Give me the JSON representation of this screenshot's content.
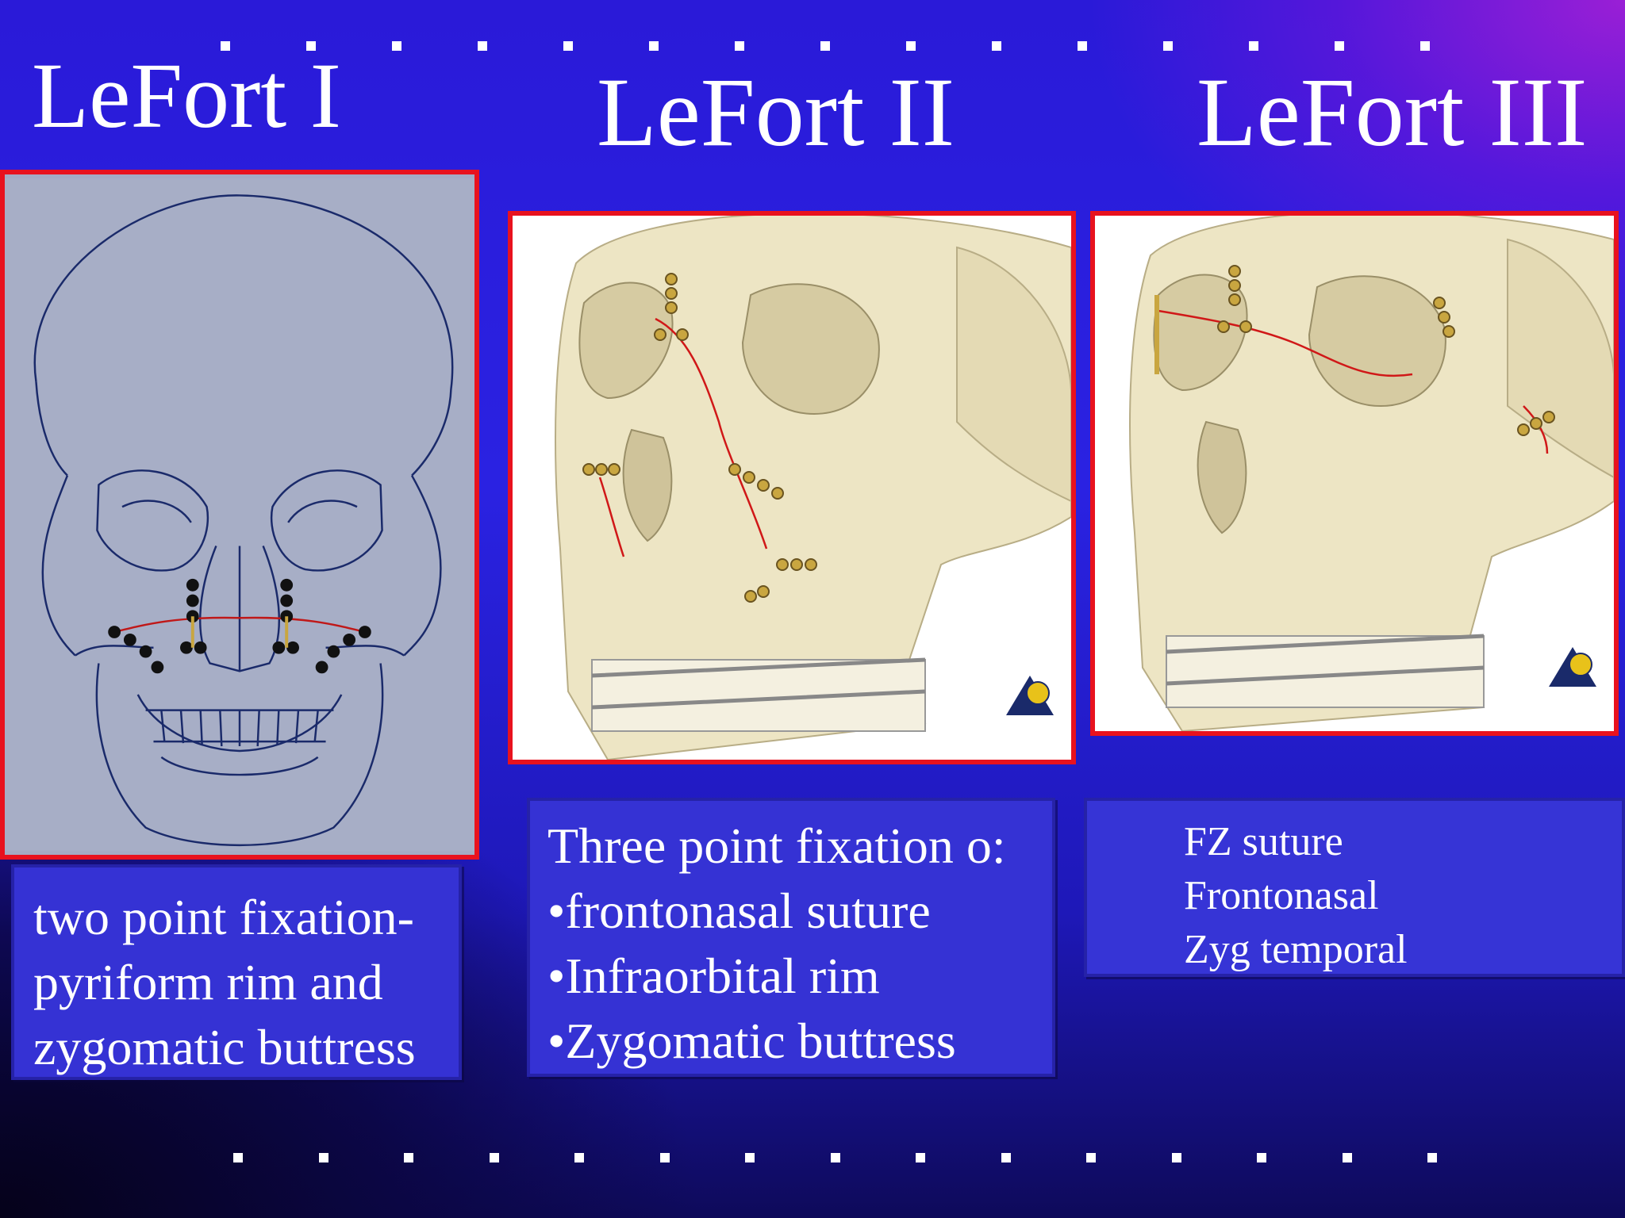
{
  "titles": {
    "lefort1": "LeFort I",
    "lefort2": "LeFort II",
    "lefort3": "LeFort III"
  },
  "captions": {
    "lefort1": [
      "two point fixation-",
      "pyriform rim and",
      "zygomatic buttress"
    ],
    "lefort2": [
      "Three point fixation o:",
      "•frontonasal suture",
      "•Infraorbital rim",
      "•Zygomatic buttress"
    ],
    "lefort3": [
      "FZ suture",
      "Frontonasal",
      "Zyg temporal"
    ]
  },
  "images": {
    "lefort1": "frontal skull line drawing with two-point plate fixation",
    "lefort2": "oblique skull illustration with three-point plate fixation",
    "lefort3": "oblique skull illustration with plate fixation at FZ suture, frontonasal and zygomatic arch"
  },
  "colors": {
    "background_main": "#2a22e2",
    "background_corner_top_right": "#9a1fd6",
    "panel_border": "#e8121e",
    "caption_box": "#3532d4",
    "fracture_line": "#d01818",
    "plate": "#c9a640"
  }
}
